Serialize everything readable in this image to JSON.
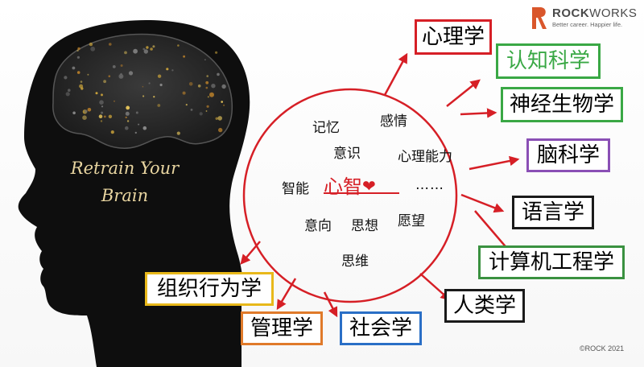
{
  "logo": {
    "name_bold": "ROCK",
    "name_light": "WORKS",
    "tagline": "Better career. Happier life."
  },
  "copyright": "©ROCK 2021",
  "brain_caption": {
    "line1": "Retrain Your",
    "line2": "Brain"
  },
  "center": {
    "label": "心智",
    "heart": "❤"
  },
  "inner_words": {
    "memory": "记忆",
    "emotion": "感情",
    "consciousness": "意识",
    "mental_ability": "心理能力",
    "intelligence": "智能",
    "ellipsis": "……",
    "intention": "意向",
    "thought": "思想",
    "wish": "愿望",
    "thinking": "思维"
  },
  "disciplines": {
    "psychology": "心理学",
    "cognitive_science": "认知科学",
    "neurobiology": "神经生物学",
    "brain_science": "脑科学",
    "linguistics": "语言学",
    "computer_engineering": "计算机工程学",
    "anthropology": "人类学",
    "sociology": "社会学",
    "management": "管理学",
    "organizational_behavior": "组织行为学"
  },
  "colors": {
    "accent_red": "#d61f26",
    "psychology": "#d61f26",
    "cognitive_science": "#3aa845",
    "neurobiology": "#3aa845",
    "brain_science": "#8a4fb5",
    "linguistics": "#1a1a1a",
    "computer_engineering": "#3a9140",
    "anthropology": "#1a1a1a",
    "sociology": "#2a6fc6",
    "management": "#e07a2a",
    "organizational_behavior": "#e8b81a"
  }
}
